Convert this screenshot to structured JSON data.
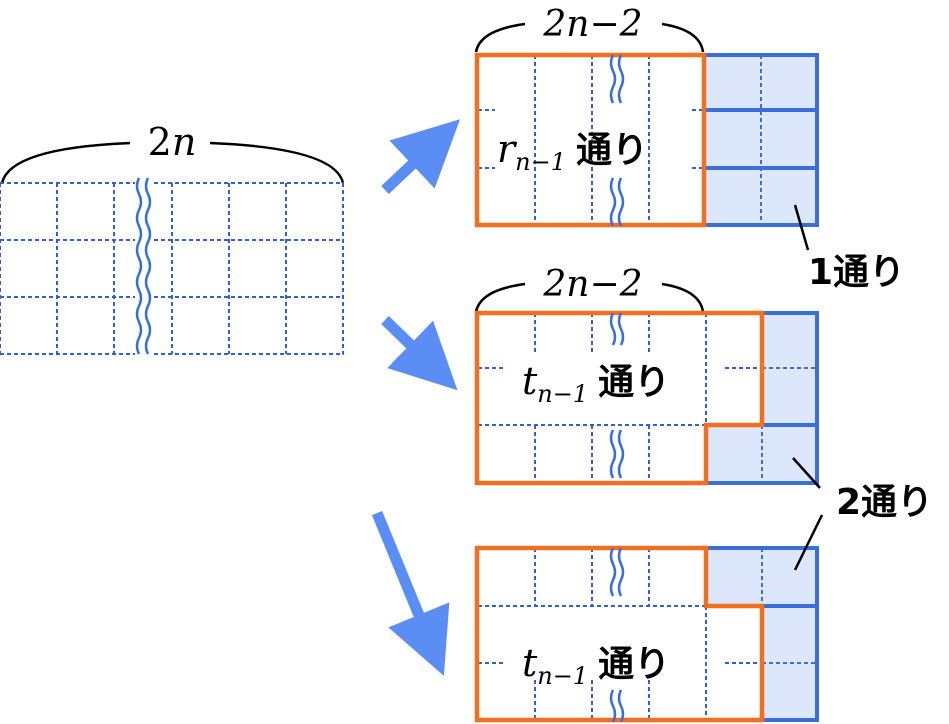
{
  "colors": {
    "grid_dash": "#3060d0",
    "board_edge": "#3a6fd8",
    "fill_light": "#dce7fb",
    "orange": "#f07020",
    "arrow": "#5b8ef5",
    "ink": "#000000"
  },
  "labels": {
    "left_width_num": "2",
    "left_width_var": "n",
    "top_width": "2n−2",
    "mid_width": "2n−2",
    "r_var": "r",
    "sub_n_minus_1": "n−1",
    "t_var": "t",
    "suffix_ways": "通り",
    "one_way": "1通り",
    "two_ways": "2通り"
  }
}
